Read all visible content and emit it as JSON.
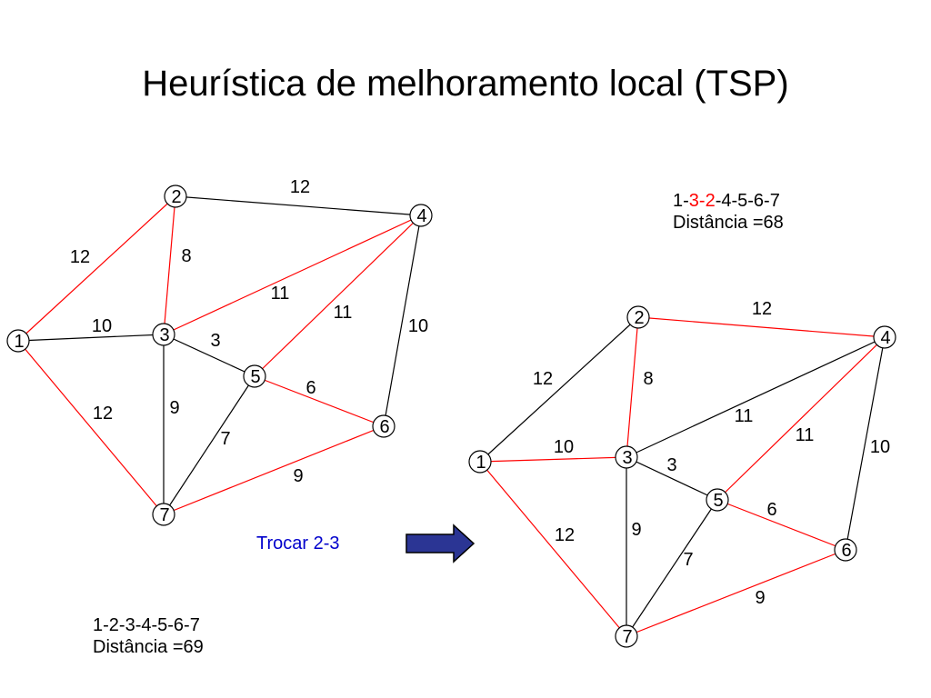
{
  "title": "Heurística de melhoramento local (TSP)",
  "colors": {
    "tour_edge": "#ff0000",
    "other_edge": "#000000",
    "node_fill": "#ffffff",
    "action_text": "#0000cc",
    "arrow_fill": "#2b3594",
    "arrow_stroke": "#000000"
  },
  "action": {
    "label": "Trocar 2-3",
    "arrow_icon": "right-arrow-icon"
  },
  "left_graph": {
    "route": "1-2-3-4-5-6-7",
    "distance": "Distância =69",
    "nodes": [
      "1",
      "2",
      "3",
      "4",
      "5",
      "6",
      "7"
    ],
    "edges": [
      {
        "from": "1",
        "to": "2",
        "weight": "12",
        "tour": true
      },
      {
        "from": "2",
        "to": "3",
        "weight": "8",
        "tour": true
      },
      {
        "from": "2",
        "to": "4",
        "weight": "12",
        "tour": false
      },
      {
        "from": "1",
        "to": "3",
        "weight": "10",
        "tour": false
      },
      {
        "from": "3",
        "to": "4",
        "weight": "11",
        "tour": true
      },
      {
        "from": "4",
        "to": "5",
        "weight": "11",
        "tour": true
      },
      {
        "from": "4",
        "to": "6",
        "weight": "10",
        "tour": false
      },
      {
        "from": "3",
        "to": "5",
        "weight": "3",
        "tour": false
      },
      {
        "from": "5",
        "to": "6",
        "weight": "6",
        "tour": true
      },
      {
        "from": "1",
        "to": "7",
        "weight": "12",
        "tour": true
      },
      {
        "from": "3",
        "to": "7",
        "weight": "9",
        "tour": false
      },
      {
        "from": "5",
        "to": "7",
        "weight": "7",
        "tour": false
      },
      {
        "from": "6",
        "to": "7",
        "weight": "9",
        "tour": true
      }
    ]
  },
  "right_graph": {
    "route_parts": [
      "1-",
      "3-2",
      "-4-5-6-7"
    ],
    "distance": "Distância =68",
    "nodes": [
      "1",
      "2",
      "3",
      "4",
      "5",
      "6",
      "7"
    ],
    "edges": [
      {
        "from": "1",
        "to": "2",
        "weight": "12",
        "tour": false
      },
      {
        "from": "2",
        "to": "3",
        "weight": "8",
        "tour": true
      },
      {
        "from": "2",
        "to": "4",
        "weight": "12",
        "tour": true
      },
      {
        "from": "1",
        "to": "3",
        "weight": "10",
        "tour": true
      },
      {
        "from": "3",
        "to": "4",
        "weight": "11",
        "tour": false
      },
      {
        "from": "4",
        "to": "5",
        "weight": "11",
        "tour": true
      },
      {
        "from": "4",
        "to": "6",
        "weight": "10",
        "tour": false
      },
      {
        "from": "3",
        "to": "5",
        "weight": "3",
        "tour": false
      },
      {
        "from": "5",
        "to": "6",
        "weight": "6",
        "tour": true
      },
      {
        "from": "1",
        "to": "7",
        "weight": "12",
        "tour": true
      },
      {
        "from": "3",
        "to": "7",
        "weight": "9",
        "tour": false
      },
      {
        "from": "5",
        "to": "7",
        "weight": "7",
        "tour": false
      },
      {
        "from": "6",
        "to": "7",
        "weight": "9",
        "tour": true
      }
    ]
  }
}
